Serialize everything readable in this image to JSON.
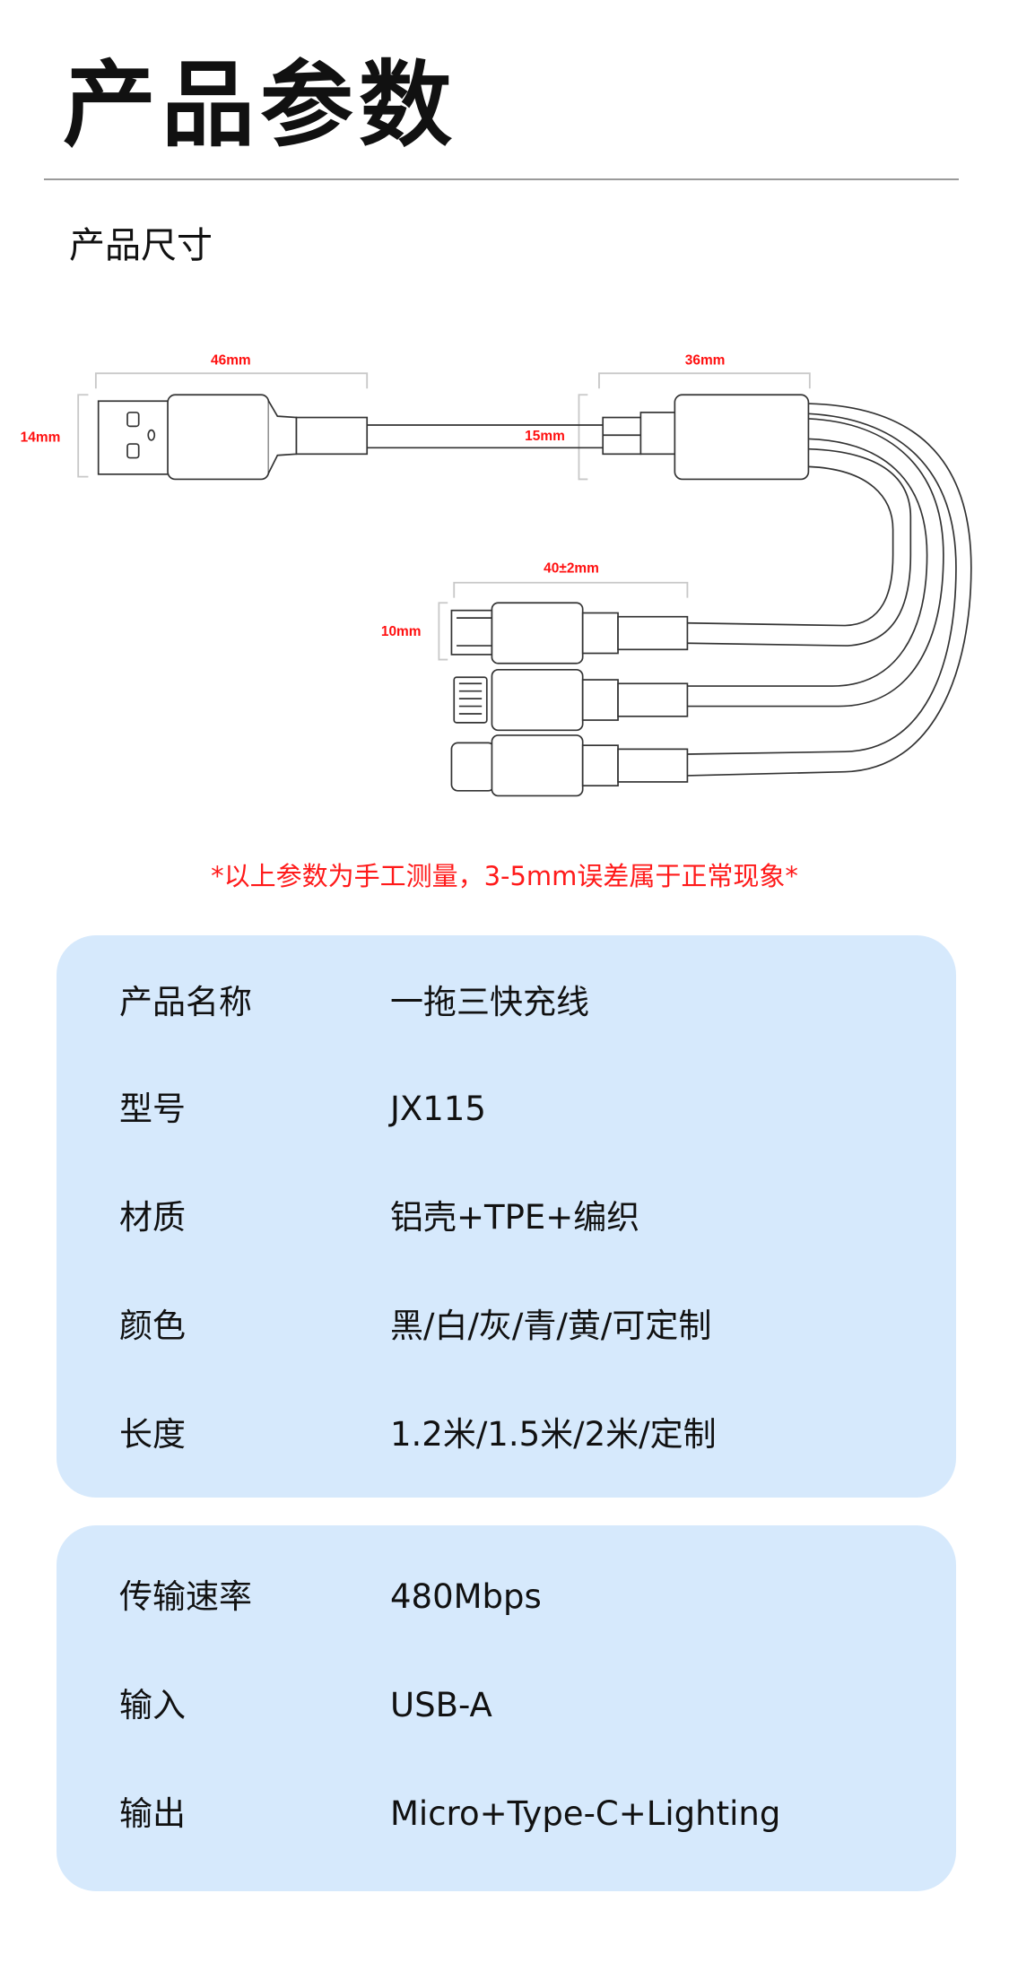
{
  "header": {
    "title": "产品参数",
    "subtitle": "产品尺寸"
  },
  "diagram": {
    "usb_length": "46mm",
    "usb_height": "14mm",
    "cable_width": "15mm",
    "splitter_length": "36mm",
    "connector_length": "40±2mm",
    "connector_height": "10mm",
    "connectors": [
      "micro-usb",
      "lightning",
      "type-c"
    ]
  },
  "note": "*以上参数为手工测量，3-5mm误差属于正常现象*",
  "colors": {
    "card_bg": "#d6e9fc",
    "note": "#ff1a1a",
    "dim_label": "#ff1010"
  },
  "specs_primary": [
    {
      "label": "产品名称",
      "value": "一拖三快充线"
    },
    {
      "label": "型号",
      "value": "JX115"
    },
    {
      "label": "材质",
      "value": "铝壳+TPE+编织"
    },
    {
      "label": "颜色",
      "value": "黑/白/灰/青/黄/可定制"
    },
    {
      "label": "长度",
      "value": "1.2米/1.5米/2米/定制"
    }
  ],
  "specs_secondary": [
    {
      "label": "传输速率",
      "value": "480Mbps"
    },
    {
      "label": "输入",
      "value": "USB-A"
    },
    {
      "label": "输出",
      "value": "Micro+Type-C+Lighting"
    }
  ]
}
